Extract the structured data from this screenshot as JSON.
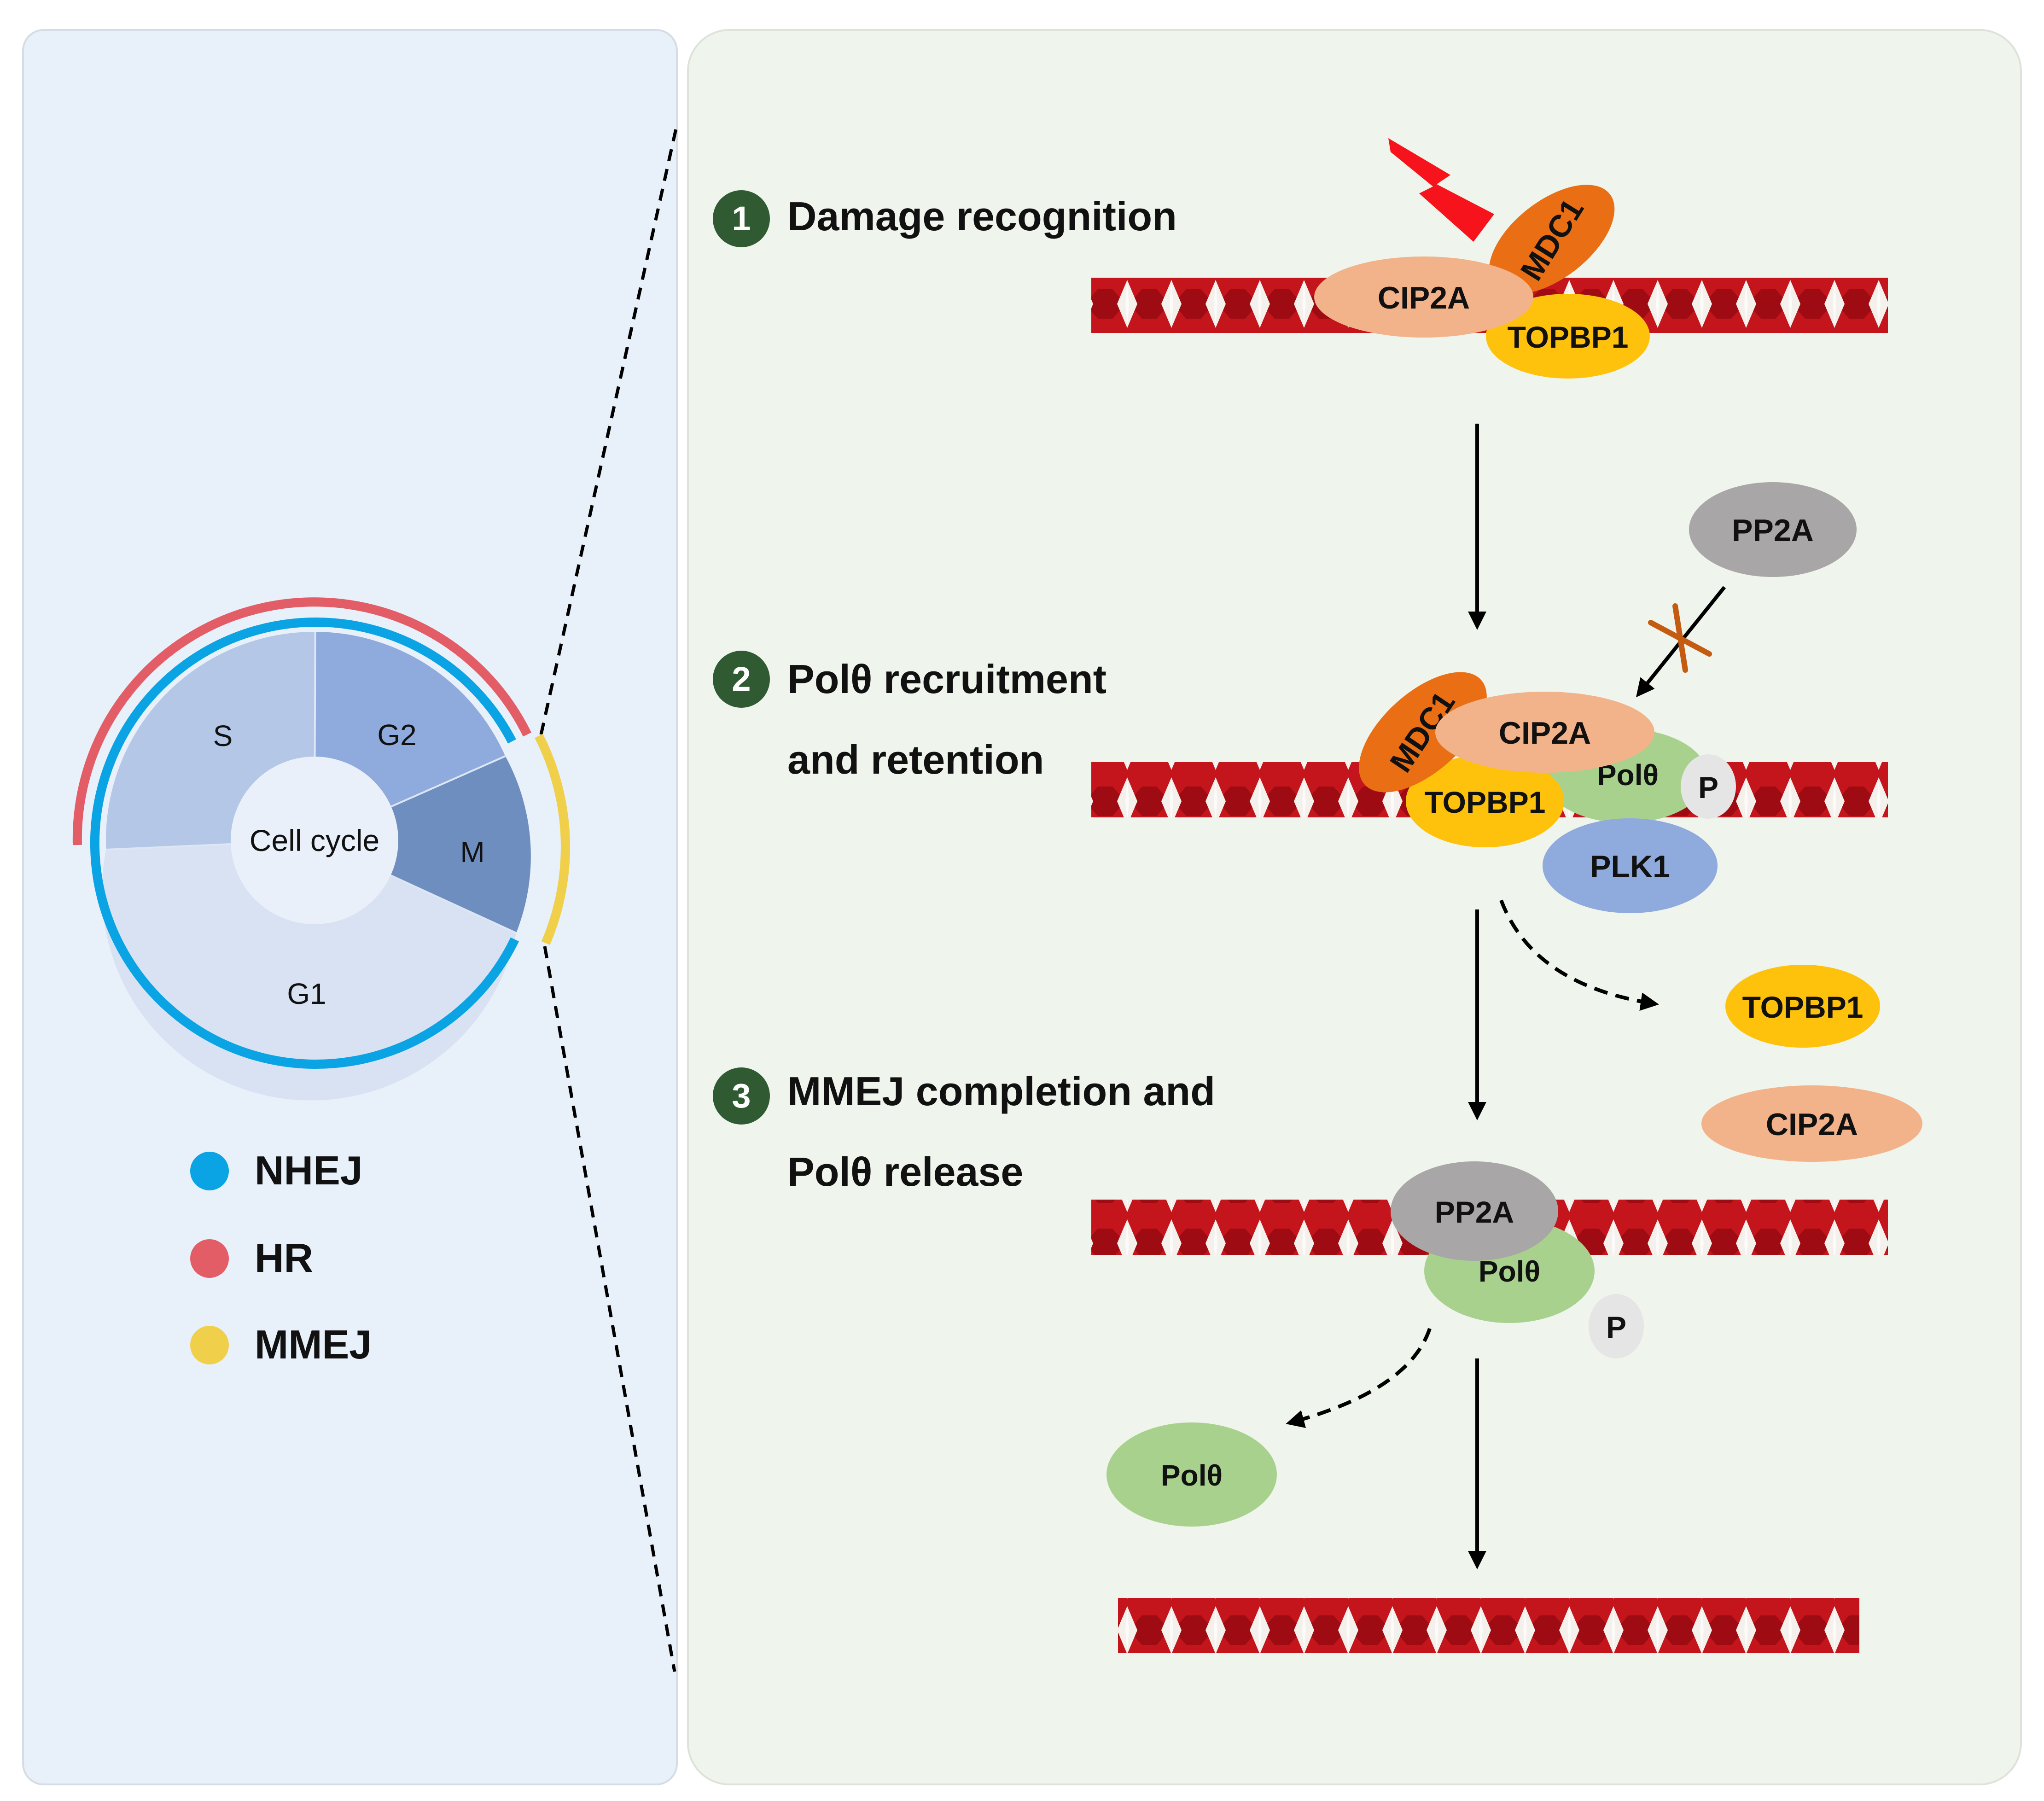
{
  "cell_cycle": {
    "center_label": "Cell cycle",
    "phases": {
      "S": "S",
      "G2": "G2",
      "M": "M",
      "G1": "G1"
    }
  },
  "legend": [
    {
      "label": "NHEJ",
      "color": "#0aa3e3"
    },
    {
      "label": "HR",
      "color": "#e35d67"
    },
    {
      "label": "MMEJ",
      "color": "#f0d04a"
    }
  ],
  "steps": [
    {
      "number": "1",
      "title_lines": [
        "Damage recognition"
      ]
    },
    {
      "number": "2",
      "title_lines": [
        "Polθ recruitment",
        "and retention"
      ]
    },
    {
      "number": "3",
      "title_lines": [
        "MMEJ completion and",
        "Polθ release"
      ]
    }
  ],
  "proteins": {
    "cip2a": "CIP2A",
    "mdc1": "MDC1",
    "topbp1": "TOPBP1",
    "pp2a": "PP2A",
    "poltheta": "Polθ",
    "plk1": "PLK1",
    "phospho": "P"
  },
  "colors": {
    "left_panel": "#e8f0fa",
    "right_panel": "#eff4ec",
    "step_badge": "#2f5a32",
    "dna": "#c4141c",
    "cip2a": "#f2b38a",
    "mdc1": "#ea6e14",
    "topbp1": "#fec20c",
    "pp2a": "#a8a6a6",
    "poltheta": "#a9d18e",
    "plk1": "#8faadc",
    "phospho": "#e5e5e5",
    "lightning": "#f7131b",
    "blocked_cross": "#c55a11",
    "phase_s": "#b4c7e7",
    "phase_g2": "#8faadc",
    "phase_m": "#6d8ebf",
    "phase_g1": "#d9e2f3"
  }
}
